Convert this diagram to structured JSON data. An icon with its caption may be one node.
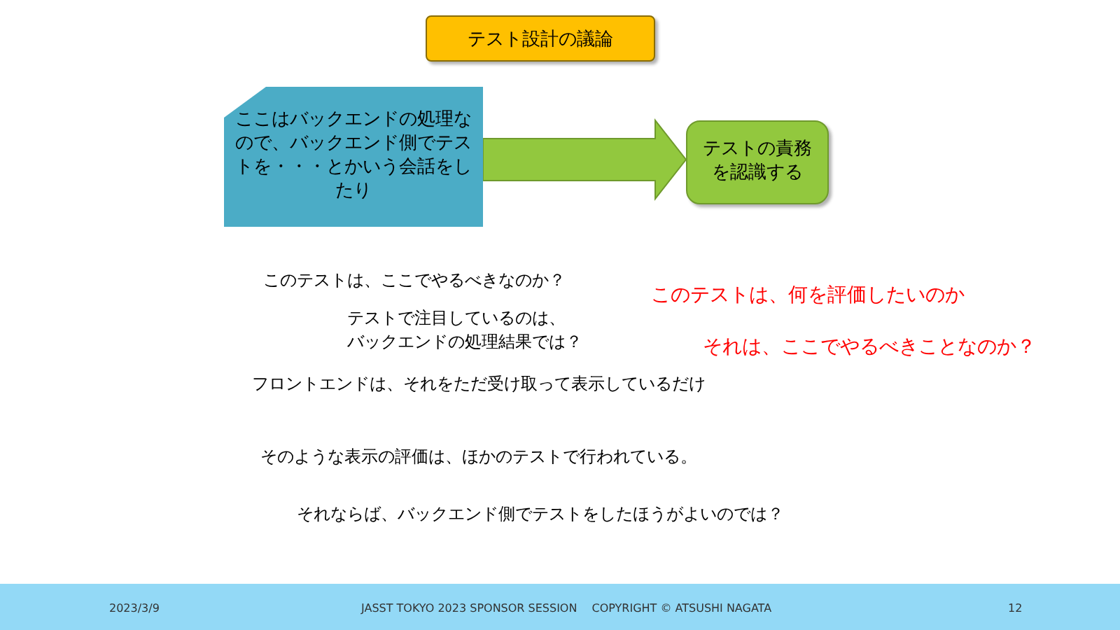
{
  "diagram": {
    "title": "テスト設計の議論",
    "nodes": [
      {
        "text": [
          "ここはバックエンドの処理なので、バックエンド側でテストを・・・とかいう会話をしたり"
        ]
      },
      {
        "text": [
          "テストの責務を認識する"
        ]
      }
    ],
    "edges": [
      {
        "from": 0,
        "to": 1,
        "arrow": "to",
        "style": "thick",
        "color": "#92c83e"
      }
    ],
    "labels": [
      "このテストは、ここでやるべきなのか？",
      "テストで注目しているのは、",
      "バックエンドの処理結果では？",
      "このテストは、何を評価したいのか",
      "それは、ここでやるべきことなのか？",
      "フロントエンドは、それをただ受け取って表示しているだけ",
      "そのような表示の評価は、ほかのテストで行われている。",
      "それならば、バックエンド側でテストをしたほうがよいのでは？",
      "2023/3/9",
      "JASST TOKYO 2023 SPONSOR SESSION　 COPYRIGHT © ATSUSHI NAGATA",
      "12"
    ]
  }
}
